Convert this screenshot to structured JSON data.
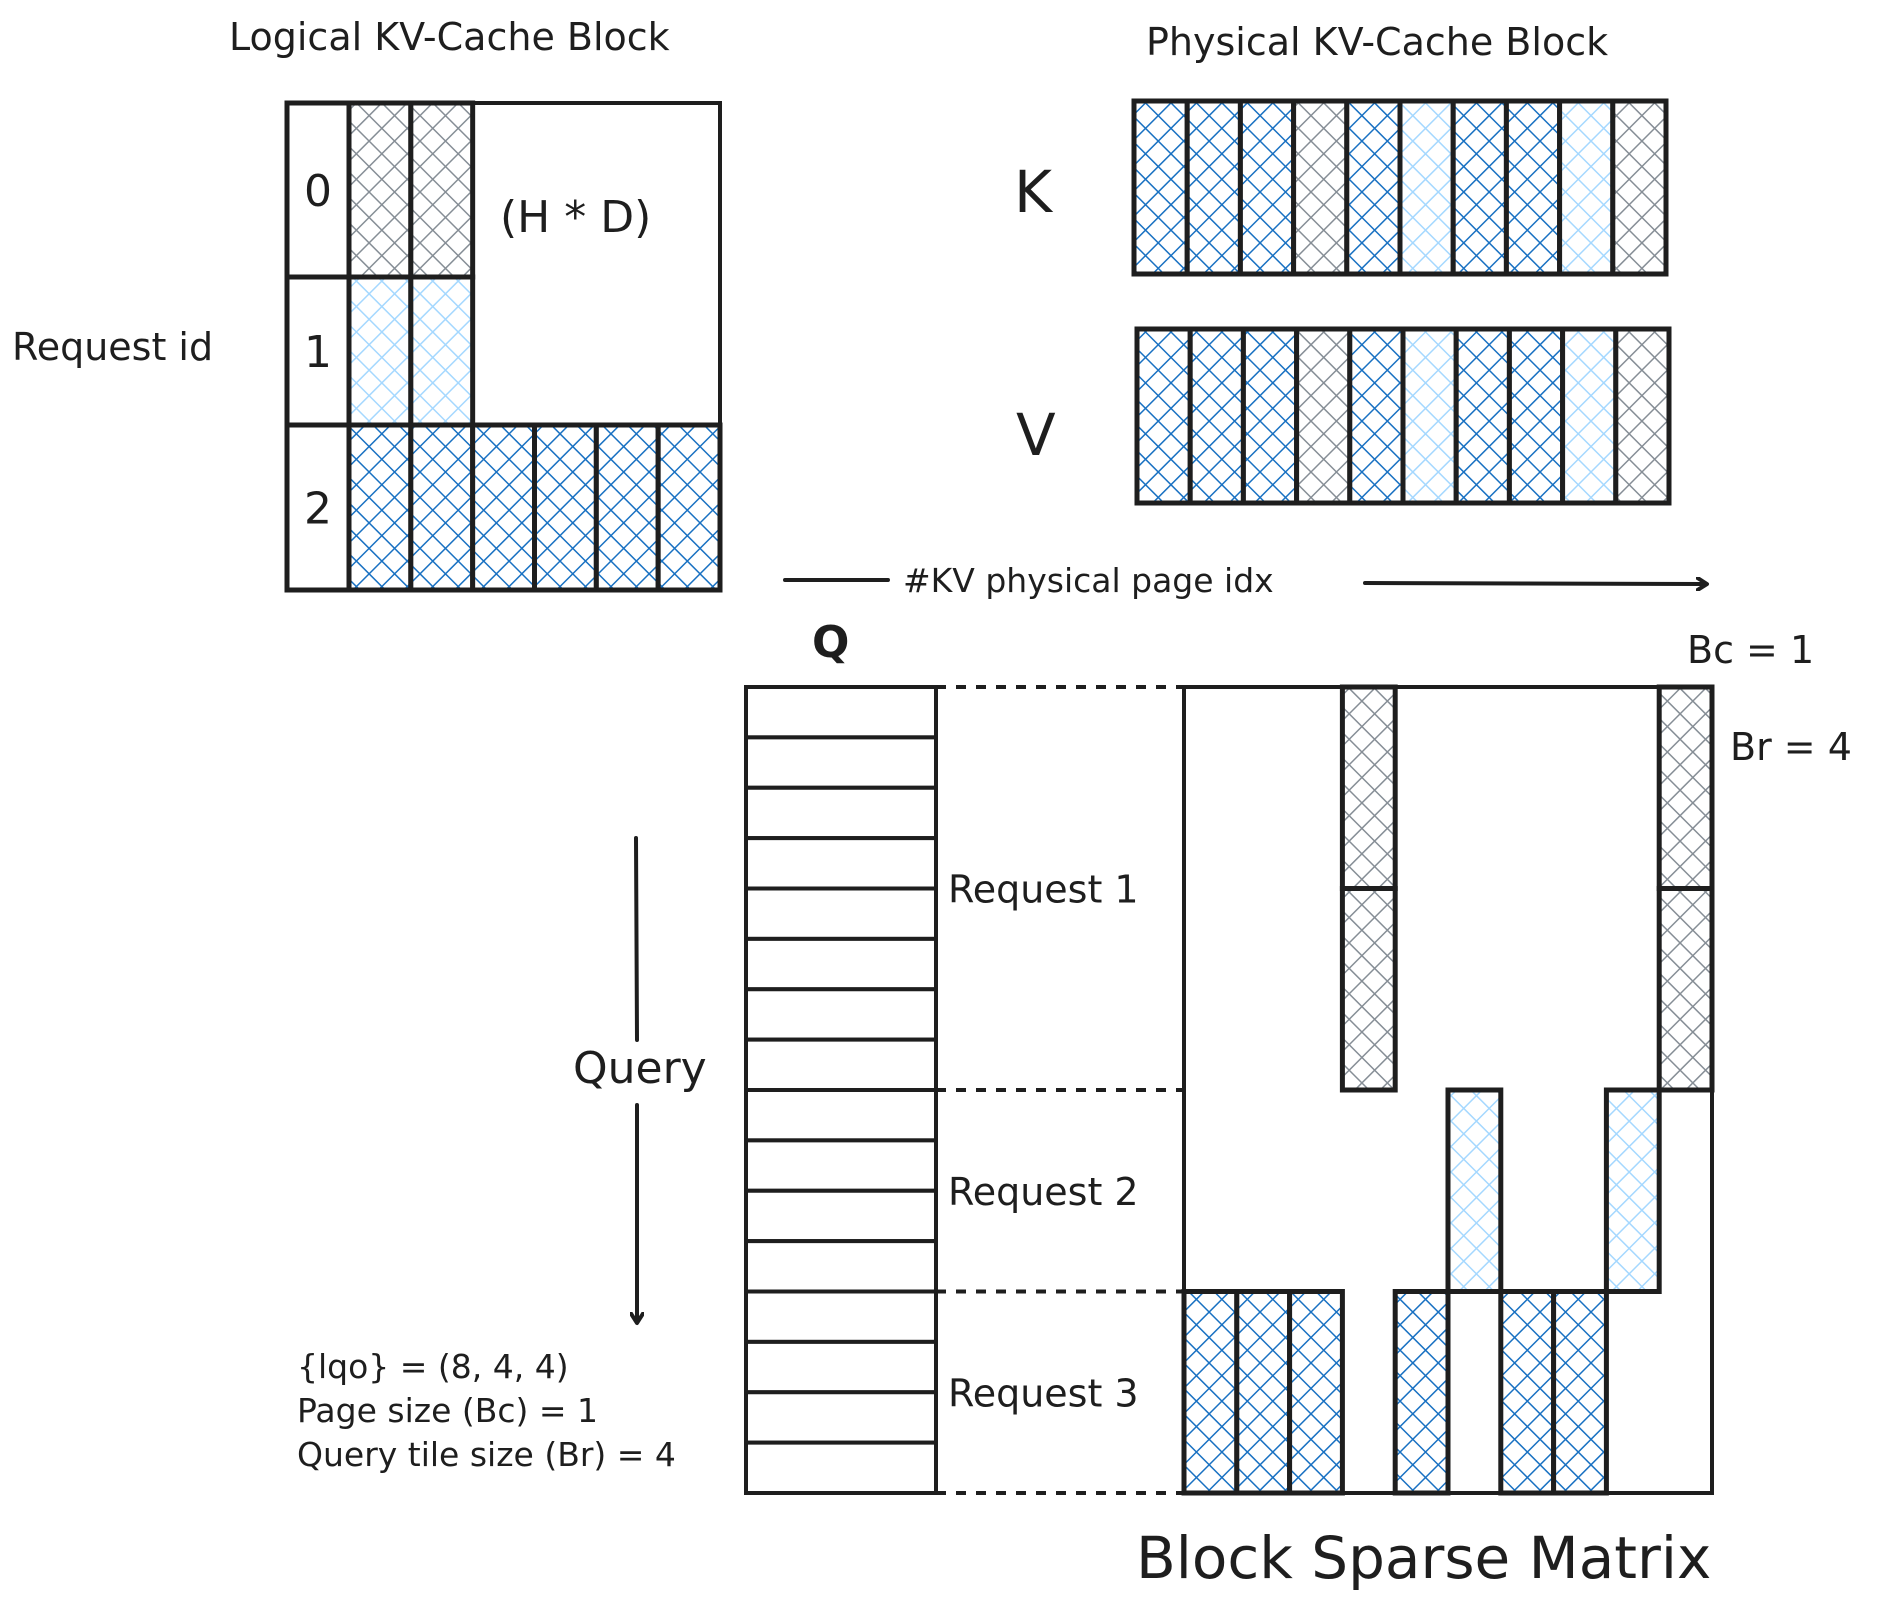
{
  "colors": {
    "stroke": "#1e1e1e",
    "request0": "#868e96",
    "request1": "#a5d8ff",
    "request2": "#1971c2",
    "background": "#ffffff"
  },
  "logical_block": {
    "title": "Logical KV-Cache Block",
    "axis_label": "Request id",
    "dim_label": "(H * D)",
    "rows": [
      {
        "id": "0",
        "pages": 2,
        "color_key": "request0"
      },
      {
        "id": "1",
        "pages": 2,
        "color_key": "request1"
      },
      {
        "id": "2",
        "pages": 6,
        "color_key": "request2"
      }
    ]
  },
  "physical_block": {
    "title": "Physical KV-Cache Block",
    "k_label": "K",
    "v_label": "V",
    "pages": [
      "request2",
      "request2",
      "request2",
      "request0",
      "request2",
      "request1",
      "request2",
      "request2",
      "request1",
      "request0"
    ]
  },
  "page_axis": {
    "label": "#KV physical page idx"
  },
  "query_column": {
    "label": "Q",
    "axis_label": "Query",
    "num_rows": 16
  },
  "requests": [
    {
      "label": "Request 1",
      "query_rows": 8,
      "color_key": "request0",
      "pages": [
        3,
        9
      ]
    },
    {
      "label": "Request 2",
      "query_rows": 4,
      "color_key": "request1",
      "pages": [
        5,
        8
      ]
    },
    {
      "label": "Request 3",
      "query_rows": 4,
      "color_key": "request2",
      "pages": [
        0,
        1,
        2,
        4,
        6,
        7
      ]
    }
  ],
  "matrix": {
    "title": "Block Sparse Matrix",
    "bc_label": "Bc = 1",
    "br_label": "Br = 4",
    "num_cols": 10,
    "tile_rows": 4
  },
  "notes": [
    "{lqo} = (8, 4, 4)",
    "Page size (Bc) = 1",
    "Query tile size (Br) = 4"
  ]
}
